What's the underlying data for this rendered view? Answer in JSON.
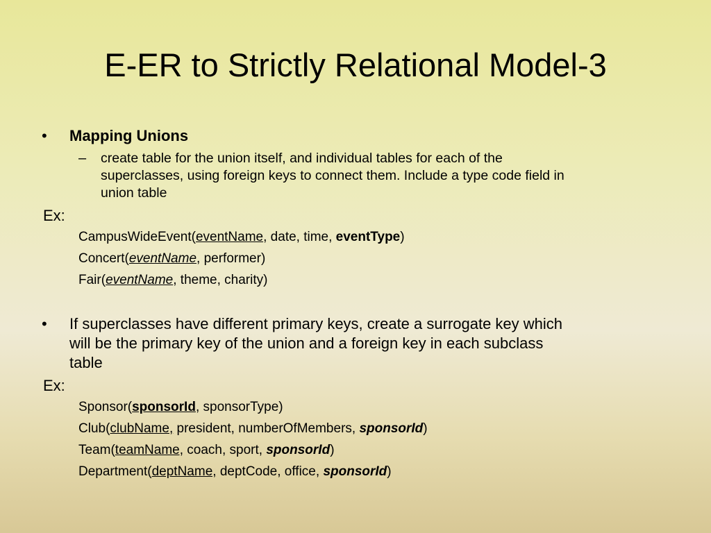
{
  "slide": {
    "title": "E-ER to Strictly Relational Model-3",
    "bullet_glyph": "•",
    "dash_glyph": "–",
    "section1": {
      "heading": "Mapping Unions",
      "sub_lines": [
        "create table for the union itself, and individual tables for each of the",
        "superclasses, using foreign keys to connect them. Include a type code field in",
        "union table"
      ],
      "ex_label": "Ex:",
      "schemas": {
        "campus": {
          "name": "CampusWideEvent(",
          "key": "eventName",
          "rest": ", date, time, ",
          "type_field": "eventType",
          "close": ")"
        },
        "concert": {
          "name": "Concert(",
          "key": "eventName",
          "rest": ", performer)"
        },
        "fair": {
          "name": "Fair(",
          "key": "eventName",
          "rest": ", theme, charity)"
        }
      }
    },
    "section2": {
      "lines": [
        "If superclasses have different primary keys, create a surrogate key which",
        "will be the primary key of the union and a foreign key in each subclass",
        "table"
      ],
      "ex_label": "Ex:",
      "schemas": {
        "sponsor": {
          "name": "Sponsor(",
          "key": "sponsorId",
          "rest": ", sponsorType)"
        },
        "club": {
          "name": "Club(",
          "key": "clubName,",
          "rest": " president, numberOfMembers, ",
          "fk": "sponsorId",
          "close": ")"
        },
        "team": {
          "name": "Team(",
          "key": "teamName,",
          "rest": " coach, sport, ",
          "fk": "sponsorId",
          "close": ")"
        },
        "dept": {
          "name": "Department(",
          "key": "deptName,",
          "rest": " deptCode, office, ",
          "fk": "sponsorId",
          "close": ")"
        }
      }
    }
  }
}
